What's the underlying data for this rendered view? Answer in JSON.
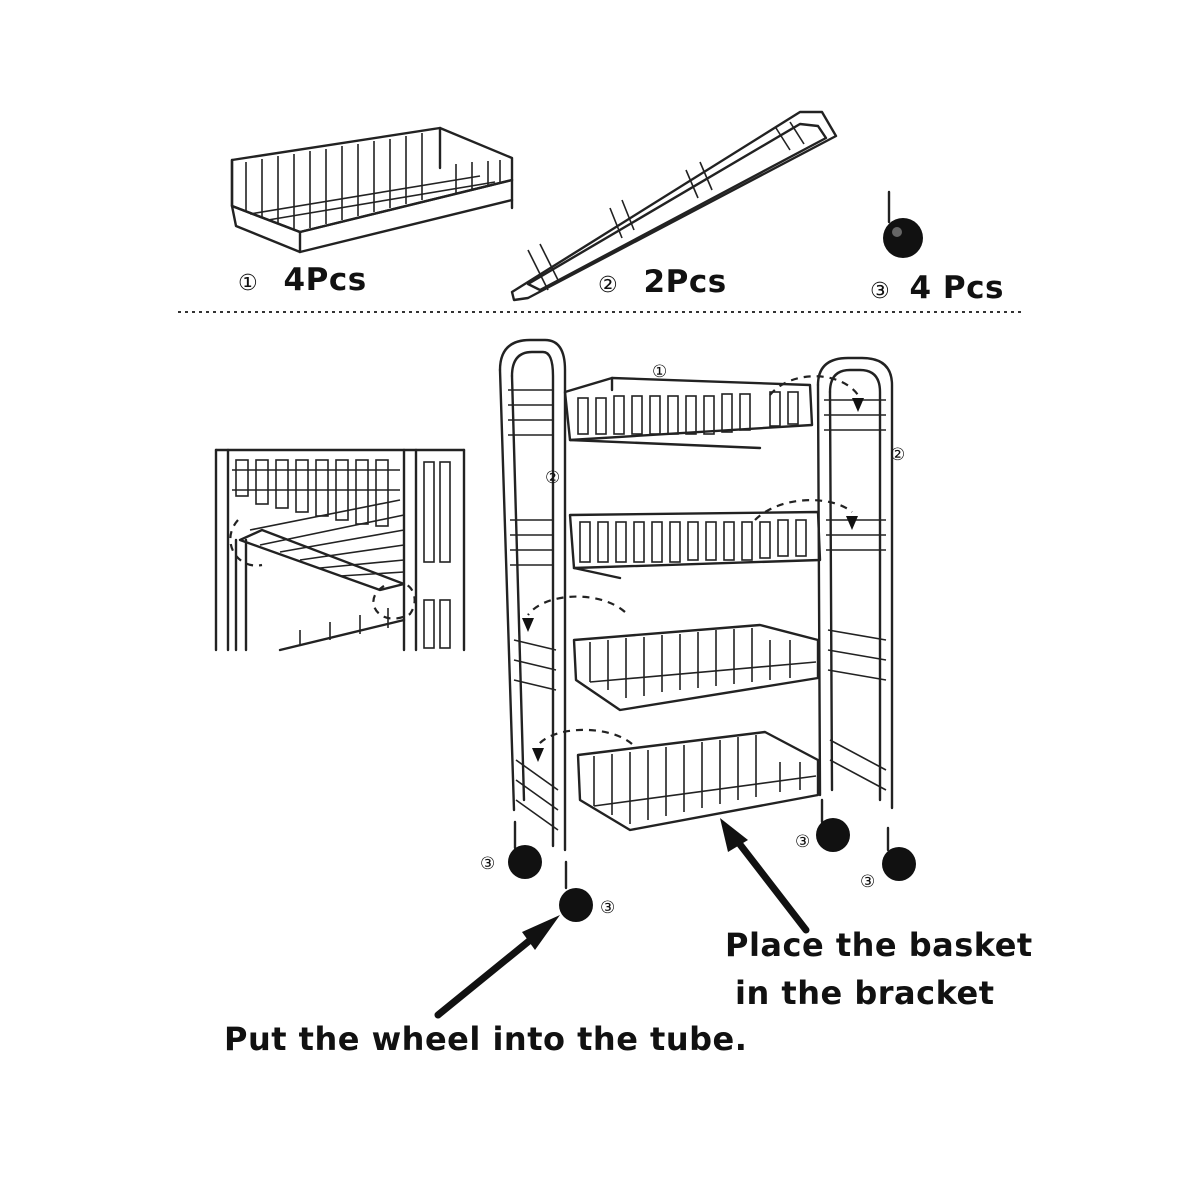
{
  "parts": [
    {
      "marker": "①",
      "label": "4Pcs",
      "icon": "wire-basket-icon"
    },
    {
      "marker": "②",
      "label": "2Pcs",
      "icon": "side-frame-icon"
    },
    {
      "marker": "③",
      "label": "4 Pcs",
      "icon": "caster-wheel-icon"
    }
  ],
  "callouts": {
    "part1": "①",
    "part2": "②",
    "part3": "③"
  },
  "instructions": {
    "basket_line1": "Place the basket",
    "basket_line2": "in the bracket",
    "wheel": "Put the wheel into the tube."
  }
}
